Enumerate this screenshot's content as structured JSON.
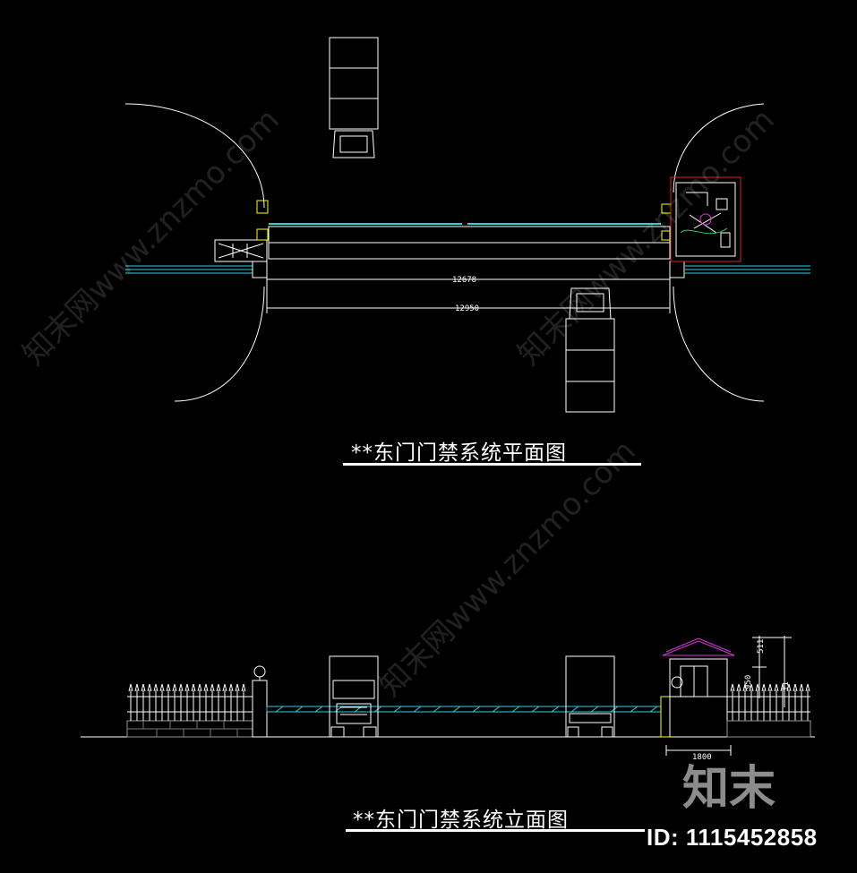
{
  "plan": {
    "title": "**东门门禁系统平面图",
    "dim_inner": "12678",
    "dim_outer": "12950"
  },
  "elevation": {
    "title": "**东门门禁系统立面图",
    "dim_booth_width": "1800",
    "dim_h1": "511",
    "dim_h2": "950",
    "dim_h3": "11"
  },
  "watermark": {
    "text": "知末网www.znzmo.com",
    "brand": "知末",
    "id_label": "ID: 1115452858"
  },
  "colors": {
    "background": "#000000",
    "line": "#ffffff",
    "accent_cyan": "#33ccdd",
    "booth_magenta": "#dd33dd",
    "highlight_red": "#dd2222",
    "stone": "#888888"
  }
}
